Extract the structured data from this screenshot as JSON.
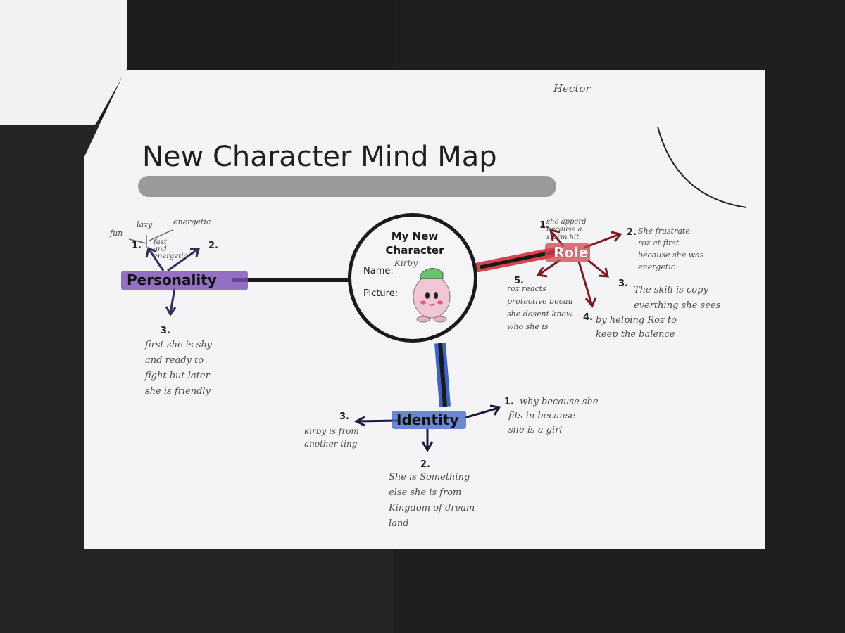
{
  "worksheet": {
    "title": "New Character Mind Map",
    "author": "Hector",
    "center": {
      "heading": "My New\nCharacter",
      "name_label": "Name:",
      "name_value": "Kirby",
      "picture_label": "Picture:"
    },
    "personality": {
      "label": "Personality",
      "n1": "1.",
      "n2": "2.",
      "n3": "3.",
      "word_fun": "fun",
      "word_lazy": "lazy",
      "word_energetic": "energetic",
      "fast_energetic": "fast\nand\nenergetic",
      "note3": "first she is shy\nand ready to\nfight but later\nshe is friendly"
    },
    "role": {
      "label": "Role",
      "n1": "1.",
      "note1": "she apperd\nbecause a\nstorm hit",
      "n2": "2.",
      "note2": "She frustrate\nroz at first\nbecause she was\nenergetic",
      "n3": "3.",
      "note3": "The skill is copy\neverthing she sees",
      "n4": "4.",
      "note4": "by helping Roz to\nkeep the balence",
      "n5": "5.",
      "note5": "roz reacts\nprotective becau\nshe dosent know\nwho she is"
    },
    "identity": {
      "label": "Identity",
      "n1": "1.",
      "note1": "why because she\nfits in because\nshe is a girl",
      "n2": "2.",
      "note2": "She is Something\nelse she is from\nKingdom of dream\nland",
      "n3": "3.",
      "note3": "kirby is from\nanother ting"
    }
  },
  "colors": {
    "personality": "#7b4fb5",
    "role": "#d8424b",
    "identity": "#3f63c4",
    "ink": "#1a1a1a"
  }
}
